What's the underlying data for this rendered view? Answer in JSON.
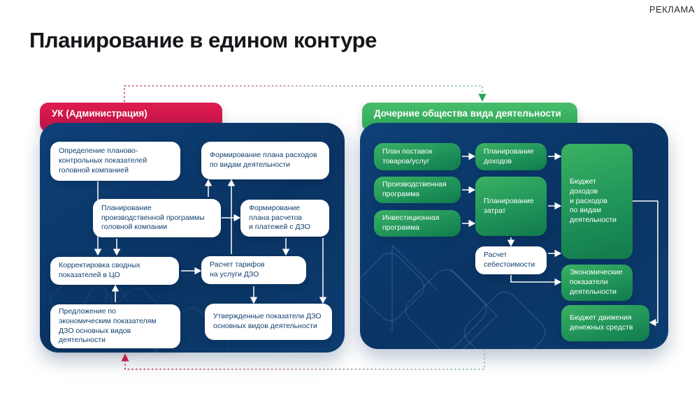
{
  "page": {
    "title": "Планирование в едином контуре",
    "ad_label": "РЕКЛАМА"
  },
  "colors": {
    "accent_red": "#D2194B",
    "accent_green": "#35B463",
    "panel_navy": "#0C3B6D",
    "node_text_navy": "#11406F",
    "connector_red": "#C22950",
    "connector_teal": "#84BBA7",
    "arrow_white": "#FFFFFF"
  },
  "left_panel": {
    "badge": "УК (Администрация)",
    "boxes": [
      {
        "text": "Определение планово-\nконтрольных показателей\nголовной компанией"
      },
      {
        "text": "Формирование плана расходов\nпо видам деятельности"
      },
      {
        "text": "Планирование\nпроизводственной программы\nголовной компании"
      },
      {
        "text": "Формирование\nплана расчетов\nи платежей с ДЗО"
      },
      {
        "text": "Корректировка сводных\nпоказателей в ЦО"
      },
      {
        "text": "Расчет тарифов\nна услуги ДЗО"
      },
      {
        "text": "Предложение по\nэкономическим показателям\nДЗО основных видов\nдеятельности"
      },
      {
        "text": "Утвержденные показатели ДЗО\nосновных видов деятельности"
      }
    ]
  },
  "right_panel": {
    "badge": "Дочерние общества вида деятельности",
    "boxes": [
      {
        "text": "План поставок\nтоваров/услуг"
      },
      {
        "text": "Планирование\nдоходов"
      },
      {
        "text": "Производственная\nпрограмма"
      },
      {
        "text": "Планирование\nзатрат"
      },
      {
        "text": "Инвестиционная\nпрограмма"
      },
      {
        "text": "Расчет\nсебестоимости"
      },
      {
        "text": "Бюджет\nдоходов\nи расходов\nпо видам\nдеятельности"
      },
      {
        "text": "Экономические\nпоказатели\nдеятельности"
      },
      {
        "text": "Бюджет движения\nденежных средств"
      }
    ]
  }
}
